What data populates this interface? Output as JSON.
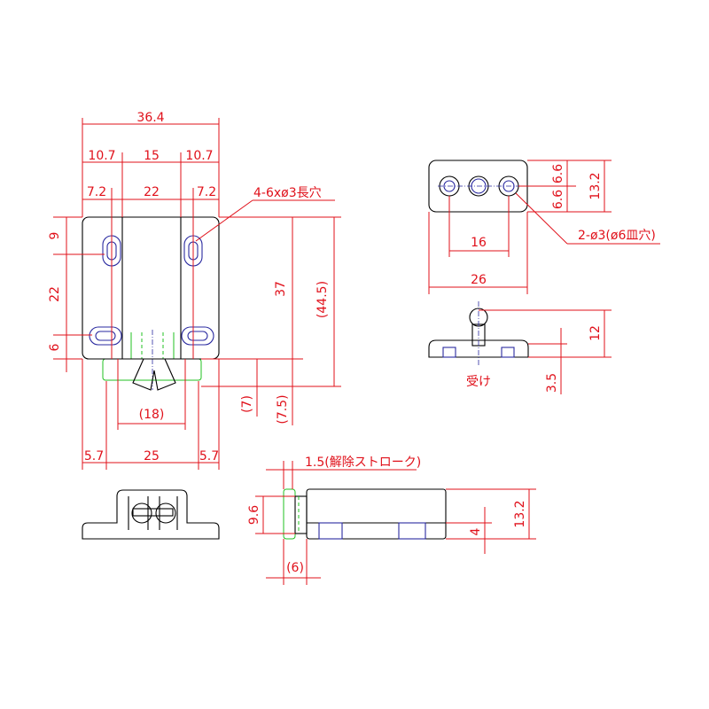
{
  "drawing": {
    "top_view": {
      "overall_width": "36.4",
      "spacing_left": "10.7",
      "spacing_mid": "15",
      "spacing_right": "10.7",
      "inner_left": "7.2",
      "inner_mid": "22",
      "inner_right": "7.2",
      "slot_note": "4-6xø3長穴",
      "v_top": "9",
      "v_mid": "22",
      "v_bottom": "6",
      "height_37": "37",
      "height_445": "(44.5)",
      "stroke_7": "(7)",
      "stroke_75": "(7.5)",
      "catch_18": "(18)",
      "bottom_left": "5.7",
      "bottom_mid": "25",
      "bottom_right": "5.7"
    },
    "receiver_top": {
      "h66a": "6.6",
      "h66b": "6.6",
      "h132": "13.2",
      "pitch": "16",
      "width": "26",
      "hole_note": "2-ø3(ø6皿穴)"
    },
    "receiver_side": {
      "height": "12",
      "base": "3.5",
      "label": "受け"
    },
    "side_view": {
      "release_note": "1.5(解除ストローク)",
      "h96": "9.6",
      "h132": "13.2",
      "h4": "4",
      "w6": "(6)"
    }
  },
  "colors": {
    "dimension": "#e0101a",
    "outline": "#000000",
    "hole": "#2a2aa0",
    "phantom": "#20c020"
  }
}
